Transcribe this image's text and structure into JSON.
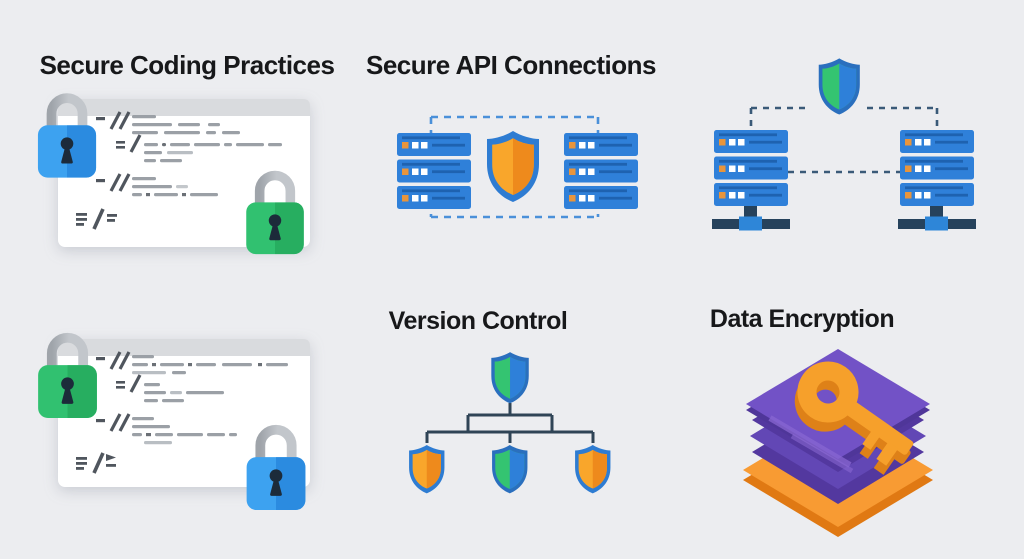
{
  "titles": {
    "secure_coding": "Secure Coding Practices",
    "api_connections": "Secure API Connections",
    "version_control": "Version Control",
    "data_encryption": "Data Encryption"
  },
  "sections": [
    {
      "name": "secure-coding-practices",
      "title": "Secure Coding Practices",
      "icons": [
        "code-window",
        "padlock-blue",
        "padlock-green"
      ]
    },
    {
      "name": "secure-api-connections",
      "title": "Secure API Connections",
      "icons": [
        "server-rack",
        "shield-orange",
        "server-rack",
        "dashed-connection-box"
      ]
    },
    {
      "name": "server-network",
      "title": "",
      "icons": [
        "shield-green-blue",
        "server-tower",
        "server-tower",
        "dashed-connections"
      ]
    },
    {
      "name": "secure-coding-practices-2",
      "title": "",
      "icons": [
        "code-window",
        "padlock-green",
        "padlock-blue"
      ]
    },
    {
      "name": "version-control",
      "title": "Version Control",
      "icons": [
        "shield-green-blue",
        "tree-connector",
        "shield-orange",
        "shield-green-blue",
        "shield-orange"
      ]
    },
    {
      "name": "data-encryption",
      "title": "Data Encryption",
      "icons": [
        "layer-stack",
        "key"
      ]
    }
  ],
  "colors": {
    "background": "#ECEDF0",
    "title_text": "#17181A",
    "window_header": "#D9DBDE",
    "window_body": "#FFFFFF",
    "code_bar": "#9BA0A6",
    "code_slash": "#50565E",
    "lock_blue_light": "#3DA2F0",
    "lock_blue_dark": "#2B8BE0",
    "lock_green_light": "#31C170",
    "lock_green_dark": "#27AE60",
    "lock_shackle": "#B6BABF",
    "keyhole": "#1C2B3A",
    "server_blue": "#2F80D9",
    "server_stripe": "#1E62B0",
    "led_orange": "#E8953C",
    "led_white": "#FFFFFF",
    "dash_blue": "#4A90D9",
    "dash_slate": "#3A5A78",
    "shield_border": "#2E7CD2",
    "shield_orange_light": "#F9A62B",
    "shield_orange_dark": "#EE8A1C",
    "shield_green": "#34C471",
    "shield_blue": "#2E80D9",
    "stand_dark": "#26425C",
    "stand_hub_blue": "#2E86D8",
    "tree_line": "#2F4456",
    "layer_purple_light": "#7252C6",
    "layer_purple_dark": "#53389F",
    "layer_orange": "#F89B33",
    "layer_orange_side": "#E07913",
    "key_orange": "#F6A02B",
    "key_shadow": "#DE8118"
  }
}
